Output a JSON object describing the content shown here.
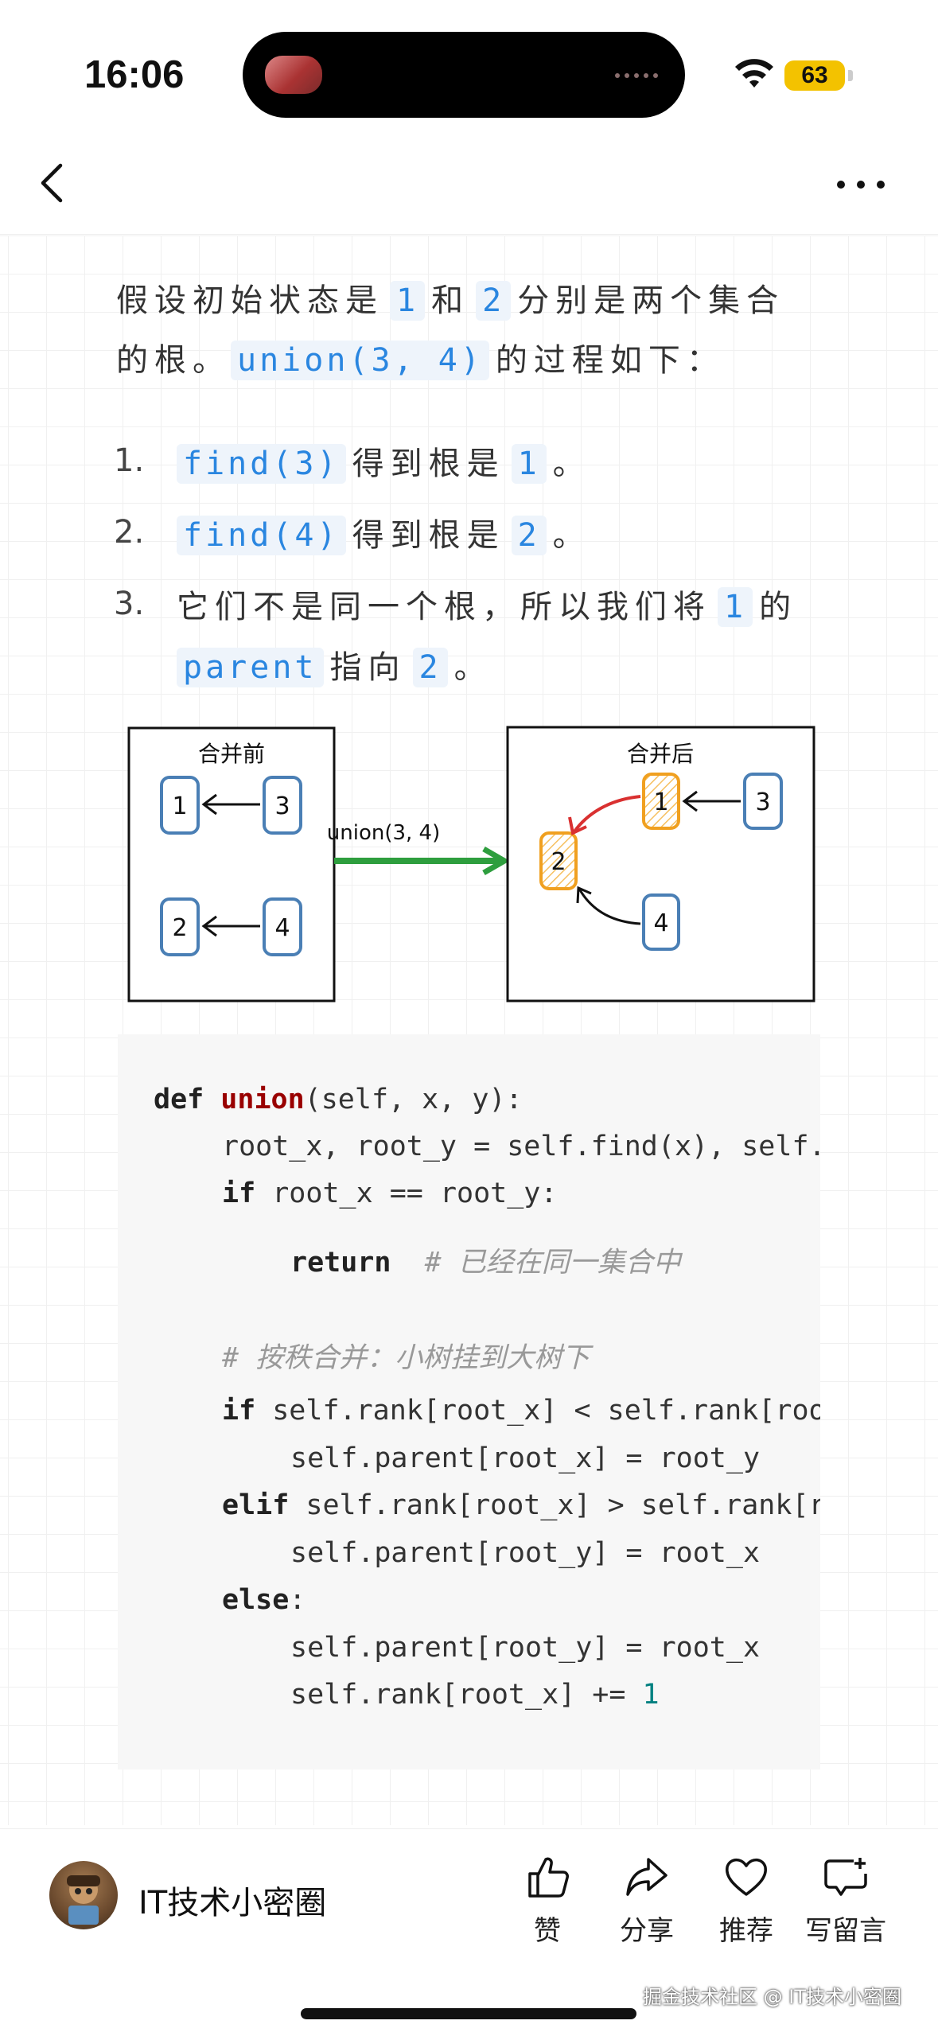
{
  "status_bar": {
    "time": "16:06",
    "battery": "63"
  },
  "article": {
    "intro_line1_a": "假设初始状态是",
    "intro_code1": "1",
    "intro_line1_b": "和",
    "intro_code2": "2",
    "intro_line1_c": "分别是两个集合",
    "intro_line2_a": "的根。",
    "intro_code3": "union(3, 4)",
    "intro_line2_b": "的过程如下：",
    "steps": [
      {
        "num": "1.",
        "code": "find(3)",
        "text": "得到根是",
        "code2": "1",
        "end": "。"
      },
      {
        "num": "2.",
        "code": "find(4)",
        "text": "得到根是",
        "code2": "2",
        "end": "。"
      },
      {
        "num": "3.",
        "text_a": "它们不是同一个根，所以我们将",
        "code": "1",
        "text_b": "的",
        "code2": "parent",
        "text_c": "指向",
        "code3": "2",
        "end": "。"
      }
    ]
  },
  "diagram": {
    "before_title": "合并前",
    "after_title": "合并后",
    "arrow_label": "union(3, 4)",
    "nodes": [
      "1",
      "3",
      "2",
      "4"
    ],
    "colors": {
      "normal": "#4a7fb5",
      "highlight": "#f0a020",
      "green": "#2e9e3e",
      "red": "#d93030"
    }
  },
  "code": {
    "line1_kw": "def",
    "line1_fn": "union",
    "line1_rest": "(self, x, y):",
    "line2": "root_x, root_y = self.find(x), self.find(y)",
    "line3_kw": "if",
    "line3_rest": " root_x == root_y:",
    "line4_kw": "return",
    "line4_comment": "# 已经在同一集合中",
    "line5_comment": "# 按秩合并：小树挂到大树下",
    "line6_kw": "if",
    "line6_rest": " self.rank[root_x] < self.rank[root_y]:",
    "line7": "self.parent[root_x] = root_y",
    "line8_kw": "elif",
    "line8_rest": " self.rank[root_x] > self.rank[root_y]:",
    "line9": "self.parent[root_y] = root_x",
    "line10_kw": "else",
    "line10_rest": ":",
    "line11": "self.parent[root_y] = root_x",
    "line12_a": "self.rank[root_x] += ",
    "line12_num": "1"
  },
  "bottom": {
    "author": "IT技术小密圈",
    "actions": [
      {
        "label": "赞",
        "icon": "thumbs-up-icon"
      },
      {
        "label": "分享",
        "icon": "share-icon"
      },
      {
        "label": "推荐",
        "icon": "heart-icon"
      },
      {
        "label": "写留言",
        "icon": "comment-icon"
      }
    ],
    "watermark": "掘金技术社区 @ IT技术小密圈"
  }
}
